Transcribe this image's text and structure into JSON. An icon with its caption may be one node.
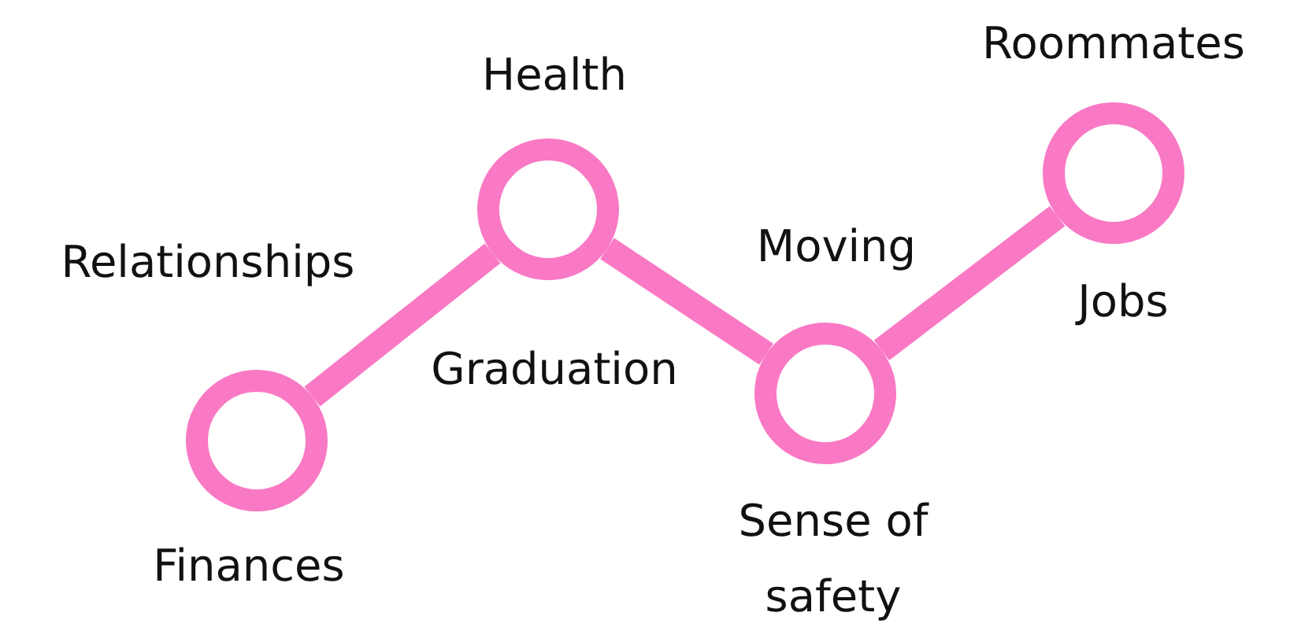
{
  "diagram": {
    "nodes": [
      {
        "text": [],
        "shape": "circle",
        "beside": [
          "Finances"
        ]
      },
      {
        "text": [],
        "shape": "circle",
        "beside": [
          "Health"
        ]
      },
      {
        "text": [],
        "shape": "circle",
        "beside": [
          "Sense of safety"
        ]
      },
      {
        "text": [],
        "shape": "circle",
        "beside": [
          "Roommates"
        ]
      }
    ],
    "edges": [
      {
        "from": 0,
        "to": 1,
        "arrow": "none"
      },
      {
        "from": 1,
        "to": 2,
        "arrow": "none"
      },
      {
        "from": 2,
        "to": 3,
        "arrow": "none"
      }
    ],
    "labels": [
      "Relationships",
      "Graduation",
      "Moving",
      "Jobs"
    ]
  }
}
